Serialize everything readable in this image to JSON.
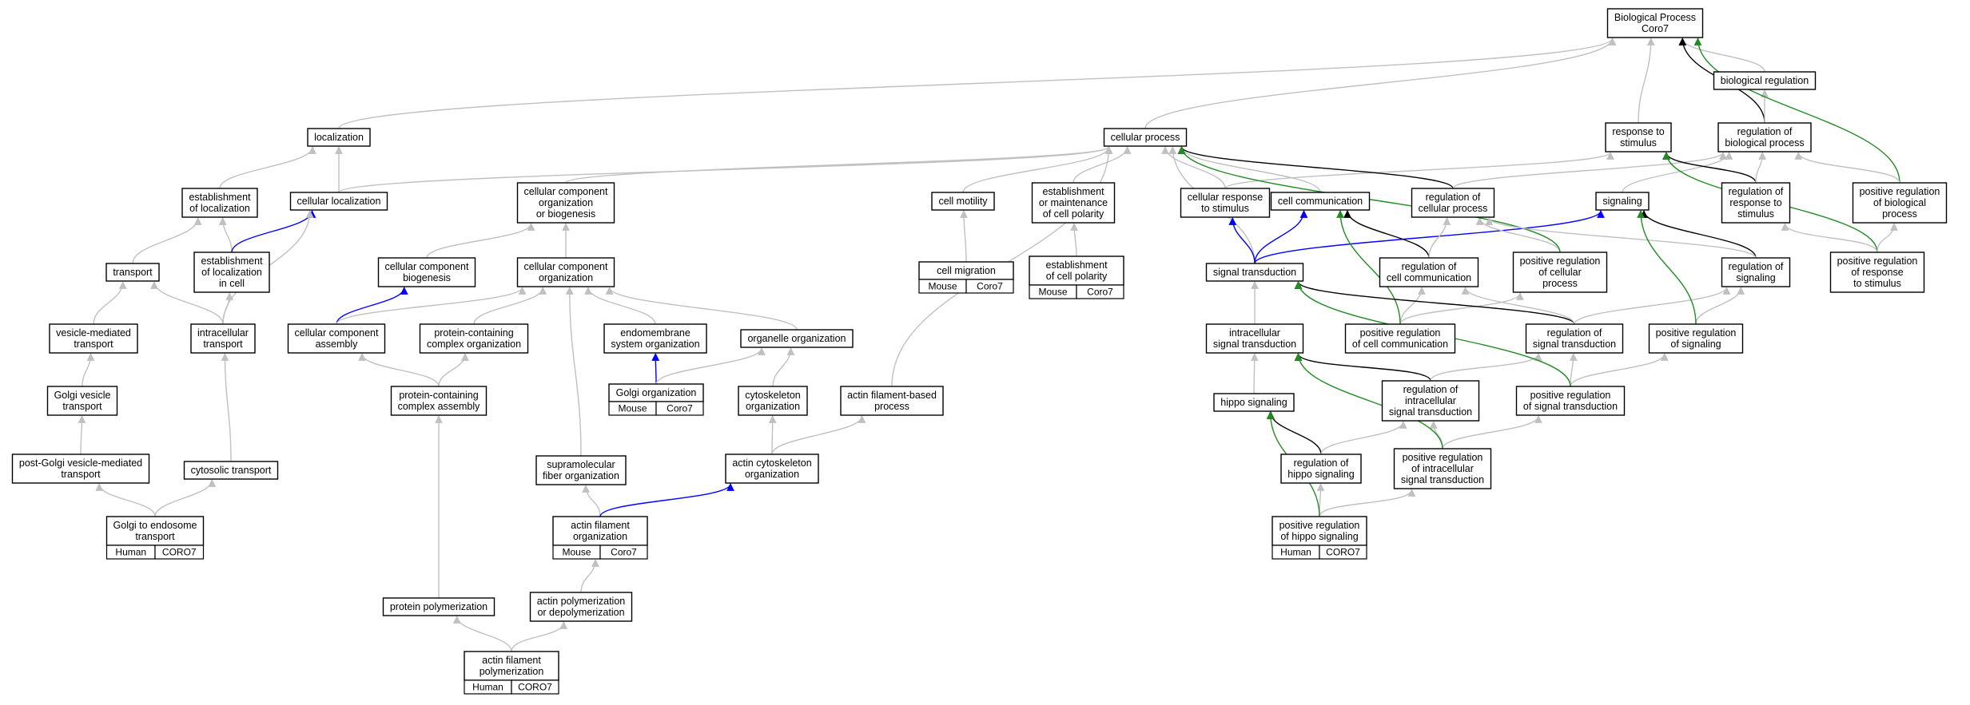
{
  "colors": {
    "edge_default": "#c0c0c0",
    "edge_part": "#000000",
    "edge_regulates": "#0000ff",
    "edge_positively_regulates": "#228b22",
    "species_human": "#f0604a",
    "species_mouse": "#add8e6"
  },
  "nodes": {
    "bp": [
      "Biological Process",
      "Coro7"
    ],
    "biol_reg": [
      "biological regulation"
    ],
    "reg_biol": [
      "regulation of",
      "biological process"
    ],
    "resp_stim": [
      "response to",
      "stimulus"
    ],
    "cell_proc": [
      "cellular process"
    ],
    "localization": [
      "localization"
    ],
    "est_loc": [
      "establishment",
      "of localization"
    ],
    "cell_loc": [
      "cellular localization"
    ],
    "ccob": [
      "cellular component",
      "organization",
      "or biogenesis"
    ],
    "cell_motility": [
      "cell motility"
    ],
    "est_maint_pol": [
      "establishment",
      "or maintenance",
      "of cell polarity"
    ],
    "cell_resp_stim": [
      "cellular response",
      "to stimulus"
    ],
    "cell_comm": [
      "cell communication"
    ],
    "reg_cell_proc": [
      "regulation of",
      "cellular process"
    ],
    "signaling": [
      "signaling"
    ],
    "reg_resp_stim": [
      "regulation of",
      "response to",
      "stimulus"
    ],
    "pos_reg_biol": [
      "positive regulation",
      "of biological",
      "process"
    ],
    "transport": [
      "transport"
    ],
    "est_loc_cell": [
      "establishment",
      "of localization",
      "in cell"
    ],
    "cc_biogenesis": [
      "cellular component",
      "biogenesis"
    ],
    "cc_org": [
      "cellular component",
      "organization"
    ],
    "cell_migration": [
      "cell migration"
    ],
    "est_cell_pol": [
      "establishment",
      "of cell polarity"
    ],
    "sig_trans": [
      "signal transduction"
    ],
    "reg_cell_comm": [
      "regulation of",
      "cell communication"
    ],
    "pos_reg_cell_proc": [
      "positive regulation",
      "of cellular",
      "process"
    ],
    "reg_signaling": [
      "regulation of",
      "signaling"
    ],
    "pos_reg_resp_stim": [
      "positive regulation",
      "of response",
      "to stimulus"
    ],
    "ves_transport": [
      "vesicle-mediated",
      "transport"
    ],
    "intra_transport": [
      "intracellular",
      "transport"
    ],
    "cc_assembly": [
      "cellular component",
      "assembly"
    ],
    "pc_complex_org": [
      "protein-containing",
      "complex organization"
    ],
    "endomembrane": [
      "endomembrane",
      "system organization"
    ],
    "organelle_org": [
      "organelle organization"
    ],
    "intra_sig_trans": [
      "intracellular",
      "signal transduction"
    ],
    "pos_reg_cell_comm": [
      "positive regulation",
      "of cell communication"
    ],
    "reg_sig_trans": [
      "regulation of",
      "signal transduction"
    ],
    "pos_reg_signaling": [
      "positive regulation",
      "of signaling"
    ],
    "golgi_ves": [
      "Golgi vesicle",
      "transport"
    ],
    "pc_complex_asm": [
      "protein-containing",
      "complex assembly"
    ],
    "golgi_org": [
      "Golgi organization"
    ],
    "cytoskel_org": [
      "cytoskeleton",
      "organization"
    ],
    "actin_fb": [
      "actin filament-based",
      "process"
    ],
    "hippo": [
      "hippo signaling"
    ],
    "reg_intra_sig": [
      "regulation of",
      "intracellular",
      "signal transduction"
    ],
    "pos_reg_sig_trans": [
      "positive regulation",
      "of signal transduction"
    ],
    "post_golgi": [
      "post-Golgi vesicle-mediated",
      "transport"
    ],
    "cytosolic": [
      "cytosolic transport"
    ],
    "supramol": [
      "supramolecular",
      "fiber organization"
    ],
    "actin_cyto": [
      "actin cytoskeleton",
      "organization"
    ],
    "reg_hippo": [
      "regulation of",
      "hippo signaling"
    ],
    "pos_reg_intra_sig": [
      "positive regulation",
      "of intracellular",
      "signal transduction"
    ],
    "golgi_endo": [
      "Golgi to endosome",
      "transport"
    ],
    "actin_fil_org": [
      "actin filament",
      "organization"
    ],
    "pos_reg_hippo": [
      "positive regulation",
      "of hippo signaling"
    ],
    "protein_poly": [
      "protein polymerization"
    ],
    "actin_poly_depoly": [
      "actin polymerization",
      "or depolymerization"
    ],
    "actin_fil_poly": [
      "actin filament",
      "polymerization"
    ]
  },
  "annotations": {
    "cell_migration": [
      "Mouse",
      "Coro7"
    ],
    "est_cell_pol": [
      "Mouse",
      "Coro7"
    ],
    "golgi_org": [
      "Mouse",
      "Coro7"
    ],
    "actin_fil_org": [
      "Mouse",
      "Coro7"
    ],
    "golgi_endo": [
      "Human",
      "CORO7"
    ],
    "pos_reg_hippo": [
      "Human",
      "CORO7"
    ],
    "actin_fil_poly": [
      "Human",
      "CORO7"
    ]
  },
  "edges": [
    {
      "from": "biol_reg",
      "to": "bp",
      "type": "is_a"
    },
    {
      "from": "reg_biol",
      "to": "bp",
      "type": "part_of"
    },
    {
      "from": "reg_biol",
      "to": "biol_reg",
      "type": "is_a"
    },
    {
      "from": "resp_stim",
      "to": "bp",
      "type": "is_a"
    },
    {
      "from": "cell_proc",
      "to": "bp",
      "type": "is_a"
    },
    {
      "from": "localization",
      "to": "bp",
      "type": "is_a"
    },
    {
      "from": "pos_reg_biol",
      "to": "bp",
      "type": "positively_regulates"
    },
    {
      "from": "pos_reg_biol",
      "to": "reg_biol",
      "type": "is_a"
    },
    {
      "from": "est_loc",
      "to": "localization",
      "type": "is_a"
    },
    {
      "from": "cell_loc",
      "to": "localization",
      "type": "is_a"
    },
    {
      "from": "cell_loc",
      "to": "cell_proc",
      "type": "is_a"
    },
    {
      "from": "ccob",
      "to": "cell_proc",
      "type": "is_a"
    },
    {
      "from": "cell_motility",
      "to": "cell_proc",
      "type": "is_a"
    },
    {
      "from": "est_maint_pol",
      "to": "cell_proc",
      "type": "is_a"
    },
    {
      "from": "cell_resp_stim",
      "to": "cell_proc",
      "type": "is_a"
    },
    {
      "from": "cell_resp_stim",
      "to": "resp_stim",
      "type": "is_a"
    },
    {
      "from": "cell_comm",
      "to": "cell_proc",
      "type": "is_a"
    },
    {
      "from": "reg_cell_proc",
      "to": "cell_proc",
      "type": "part_of"
    },
    {
      "from": "reg_cell_proc",
      "to": "reg_biol",
      "type": "is_a"
    },
    {
      "from": "signaling",
      "to": "reg_biol",
      "type": "is_a"
    },
    {
      "from": "reg_resp_stim",
      "to": "resp_stim",
      "type": "part_of"
    },
    {
      "from": "reg_resp_stim",
      "to": "reg_biol",
      "type": "is_a"
    },
    {
      "from": "transport",
      "to": "est_loc",
      "type": "is_a"
    },
    {
      "from": "est_loc_cell",
      "to": "est_loc",
      "type": "is_a"
    },
    {
      "from": "est_loc_cell",
      "to": "cell_loc",
      "type": "regulates"
    },
    {
      "from": "cc_biogenesis",
      "to": "ccob",
      "type": "is_a"
    },
    {
      "from": "cc_org",
      "to": "ccob",
      "type": "is_a"
    },
    {
      "from": "cell_migration",
      "to": "cell_motility",
      "type": "is_a"
    },
    {
      "from": "est_cell_pol",
      "to": "est_maint_pol",
      "type": "is_a"
    },
    {
      "from": "sig_trans",
      "to": "cell_proc",
      "type": "is_a"
    },
    {
      "from": "sig_trans",
      "to": "cell_resp_stim",
      "type": "regulates"
    },
    {
      "from": "sig_trans",
      "to": "cell_comm",
      "type": "regulates"
    },
    {
      "from": "sig_trans",
      "to": "signaling",
      "type": "regulates"
    },
    {
      "from": "reg_cell_comm",
      "to": "cell_comm",
      "type": "part_of"
    },
    {
      "from": "reg_cell_comm",
      "to": "reg_cell_proc",
      "type": "is_a"
    },
    {
      "from": "pos_reg_cell_proc",
      "to": "reg_cell_proc",
      "type": "is_a"
    },
    {
      "from": "pos_reg_cell_proc",
      "to": "cell_proc",
      "type": "positively_regulates"
    },
    {
      "from": "reg_signaling",
      "to": "signaling",
      "type": "part_of"
    },
    {
      "from": "reg_signaling",
      "to": "reg_cell_proc",
      "type": "is_a"
    },
    {
      "from": "pos_reg_resp_stim",
      "to": "reg_resp_stim",
      "type": "is_a"
    },
    {
      "from": "pos_reg_resp_stim",
      "to": "resp_stim",
      "type": "positively_regulates"
    },
    {
      "from": "pos_reg_resp_stim",
      "to": "pos_reg_biol",
      "type": "is_a"
    },
    {
      "from": "ves_transport",
      "to": "transport",
      "type": "is_a"
    },
    {
      "from": "intra_transport",
      "to": "transport",
      "type": "is_a"
    },
    {
      "from": "intra_transport",
      "to": "est_loc_cell",
      "type": "is_a"
    },
    {
      "from": "intra_transport",
      "to": "cell_loc",
      "type": "is_a"
    },
    {
      "from": "cc_assembly",
      "to": "cc_biogenesis",
      "type": "regulates"
    },
    {
      "from": "cc_assembly",
      "to": "cc_org",
      "type": "is_a"
    },
    {
      "from": "pc_complex_org",
      "to": "cc_org",
      "type": "is_a"
    },
    {
      "from": "endomembrane",
      "to": "cc_org",
      "type": "is_a"
    },
    {
      "from": "organelle_org",
      "to": "cc_org",
      "type": "is_a"
    },
    {
      "from": "intra_sig_trans",
      "to": "sig_trans",
      "type": "is_a"
    },
    {
      "from": "pos_reg_cell_comm",
      "to": "reg_cell_comm",
      "type": "is_a"
    },
    {
      "from": "pos_reg_cell_comm",
      "to": "pos_reg_cell_proc",
      "type": "is_a"
    },
    {
      "from": "pos_reg_cell_comm",
      "to": "cell_comm",
      "type": "positively_regulates"
    },
    {
      "from": "reg_sig_trans",
      "to": "sig_trans",
      "type": "part_of"
    },
    {
      "from": "reg_sig_trans",
      "to": "reg_signaling",
      "type": "is_a"
    },
    {
      "from": "reg_sig_trans",
      "to": "reg_cell_comm",
      "type": "is_a"
    },
    {
      "from": "pos_reg_signaling",
      "to": "reg_signaling",
      "type": "is_a"
    },
    {
      "from": "pos_reg_signaling",
      "to": "signaling",
      "type": "positively_regulates"
    },
    {
      "from": "golgi_ves",
      "to": "ves_transport",
      "type": "is_a"
    },
    {
      "from": "pc_complex_asm",
      "to": "cc_assembly",
      "type": "is_a"
    },
    {
      "from": "pc_complex_asm",
      "to": "pc_complex_org",
      "type": "is_a"
    },
    {
      "from": "golgi_org",
      "to": "endomembrane",
      "type": "regulates"
    },
    {
      "from": "golgi_org",
      "to": "organelle_org",
      "type": "is_a"
    },
    {
      "from": "cytoskel_org",
      "to": "organelle_org",
      "type": "is_a"
    },
    {
      "from": "actin_fb",
      "to": "cell_proc",
      "type": "is_a"
    },
    {
      "from": "hippo",
      "to": "intra_sig_trans",
      "type": "is_a"
    },
    {
      "from": "reg_intra_sig",
      "to": "intra_sig_trans",
      "type": "part_of"
    },
    {
      "from": "reg_intra_sig",
      "to": "reg_sig_trans",
      "type": "is_a"
    },
    {
      "from": "pos_reg_sig_trans",
      "to": "reg_sig_trans",
      "type": "is_a"
    },
    {
      "from": "pos_reg_sig_trans",
      "to": "pos_reg_signaling",
      "type": "is_a"
    },
    {
      "from": "pos_reg_sig_trans",
      "to": "sig_trans",
      "type": "positively_regulates"
    },
    {
      "from": "post_golgi",
      "to": "golgi_ves",
      "type": "is_a"
    },
    {
      "from": "cytosolic",
      "to": "intra_transport",
      "type": "is_a"
    },
    {
      "from": "supramol",
      "to": "cc_org",
      "type": "is_a"
    },
    {
      "from": "actin_cyto",
      "to": "cytoskel_org",
      "type": "is_a"
    },
    {
      "from": "actin_cyto",
      "to": "actin_fb",
      "type": "is_a"
    },
    {
      "from": "reg_hippo",
      "to": "hippo",
      "type": "part_of"
    },
    {
      "from": "reg_hippo",
      "to": "reg_intra_sig",
      "type": "is_a"
    },
    {
      "from": "pos_reg_intra_sig",
      "to": "reg_intra_sig",
      "type": "is_a"
    },
    {
      "from": "pos_reg_intra_sig",
      "to": "pos_reg_sig_trans",
      "type": "is_a"
    },
    {
      "from": "pos_reg_intra_sig",
      "to": "intra_sig_trans",
      "type": "positively_regulates"
    },
    {
      "from": "golgi_endo",
      "to": "post_golgi",
      "type": "is_a"
    },
    {
      "from": "golgi_endo",
      "to": "cytosolic",
      "type": "is_a"
    },
    {
      "from": "actin_fil_org",
      "to": "supramol",
      "type": "is_a"
    },
    {
      "from": "actin_fil_org",
      "to": "actin_cyto",
      "type": "regulates"
    },
    {
      "from": "pos_reg_hippo",
      "to": "reg_hippo",
      "type": "is_a"
    },
    {
      "from": "pos_reg_hippo",
      "to": "pos_reg_intra_sig",
      "type": "is_a"
    },
    {
      "from": "pos_reg_hippo",
      "to": "hippo",
      "type": "positively_regulates"
    },
    {
      "from": "protein_poly",
      "to": "pc_complex_asm",
      "type": "is_a"
    },
    {
      "from": "actin_poly_depoly",
      "to": "actin_fil_org",
      "type": "is_a"
    },
    {
      "from": "actin_fil_poly",
      "to": "protein_poly",
      "type": "is_a"
    },
    {
      "from": "actin_fil_poly",
      "to": "actin_poly_depoly",
      "type": "is_a"
    }
  ]
}
